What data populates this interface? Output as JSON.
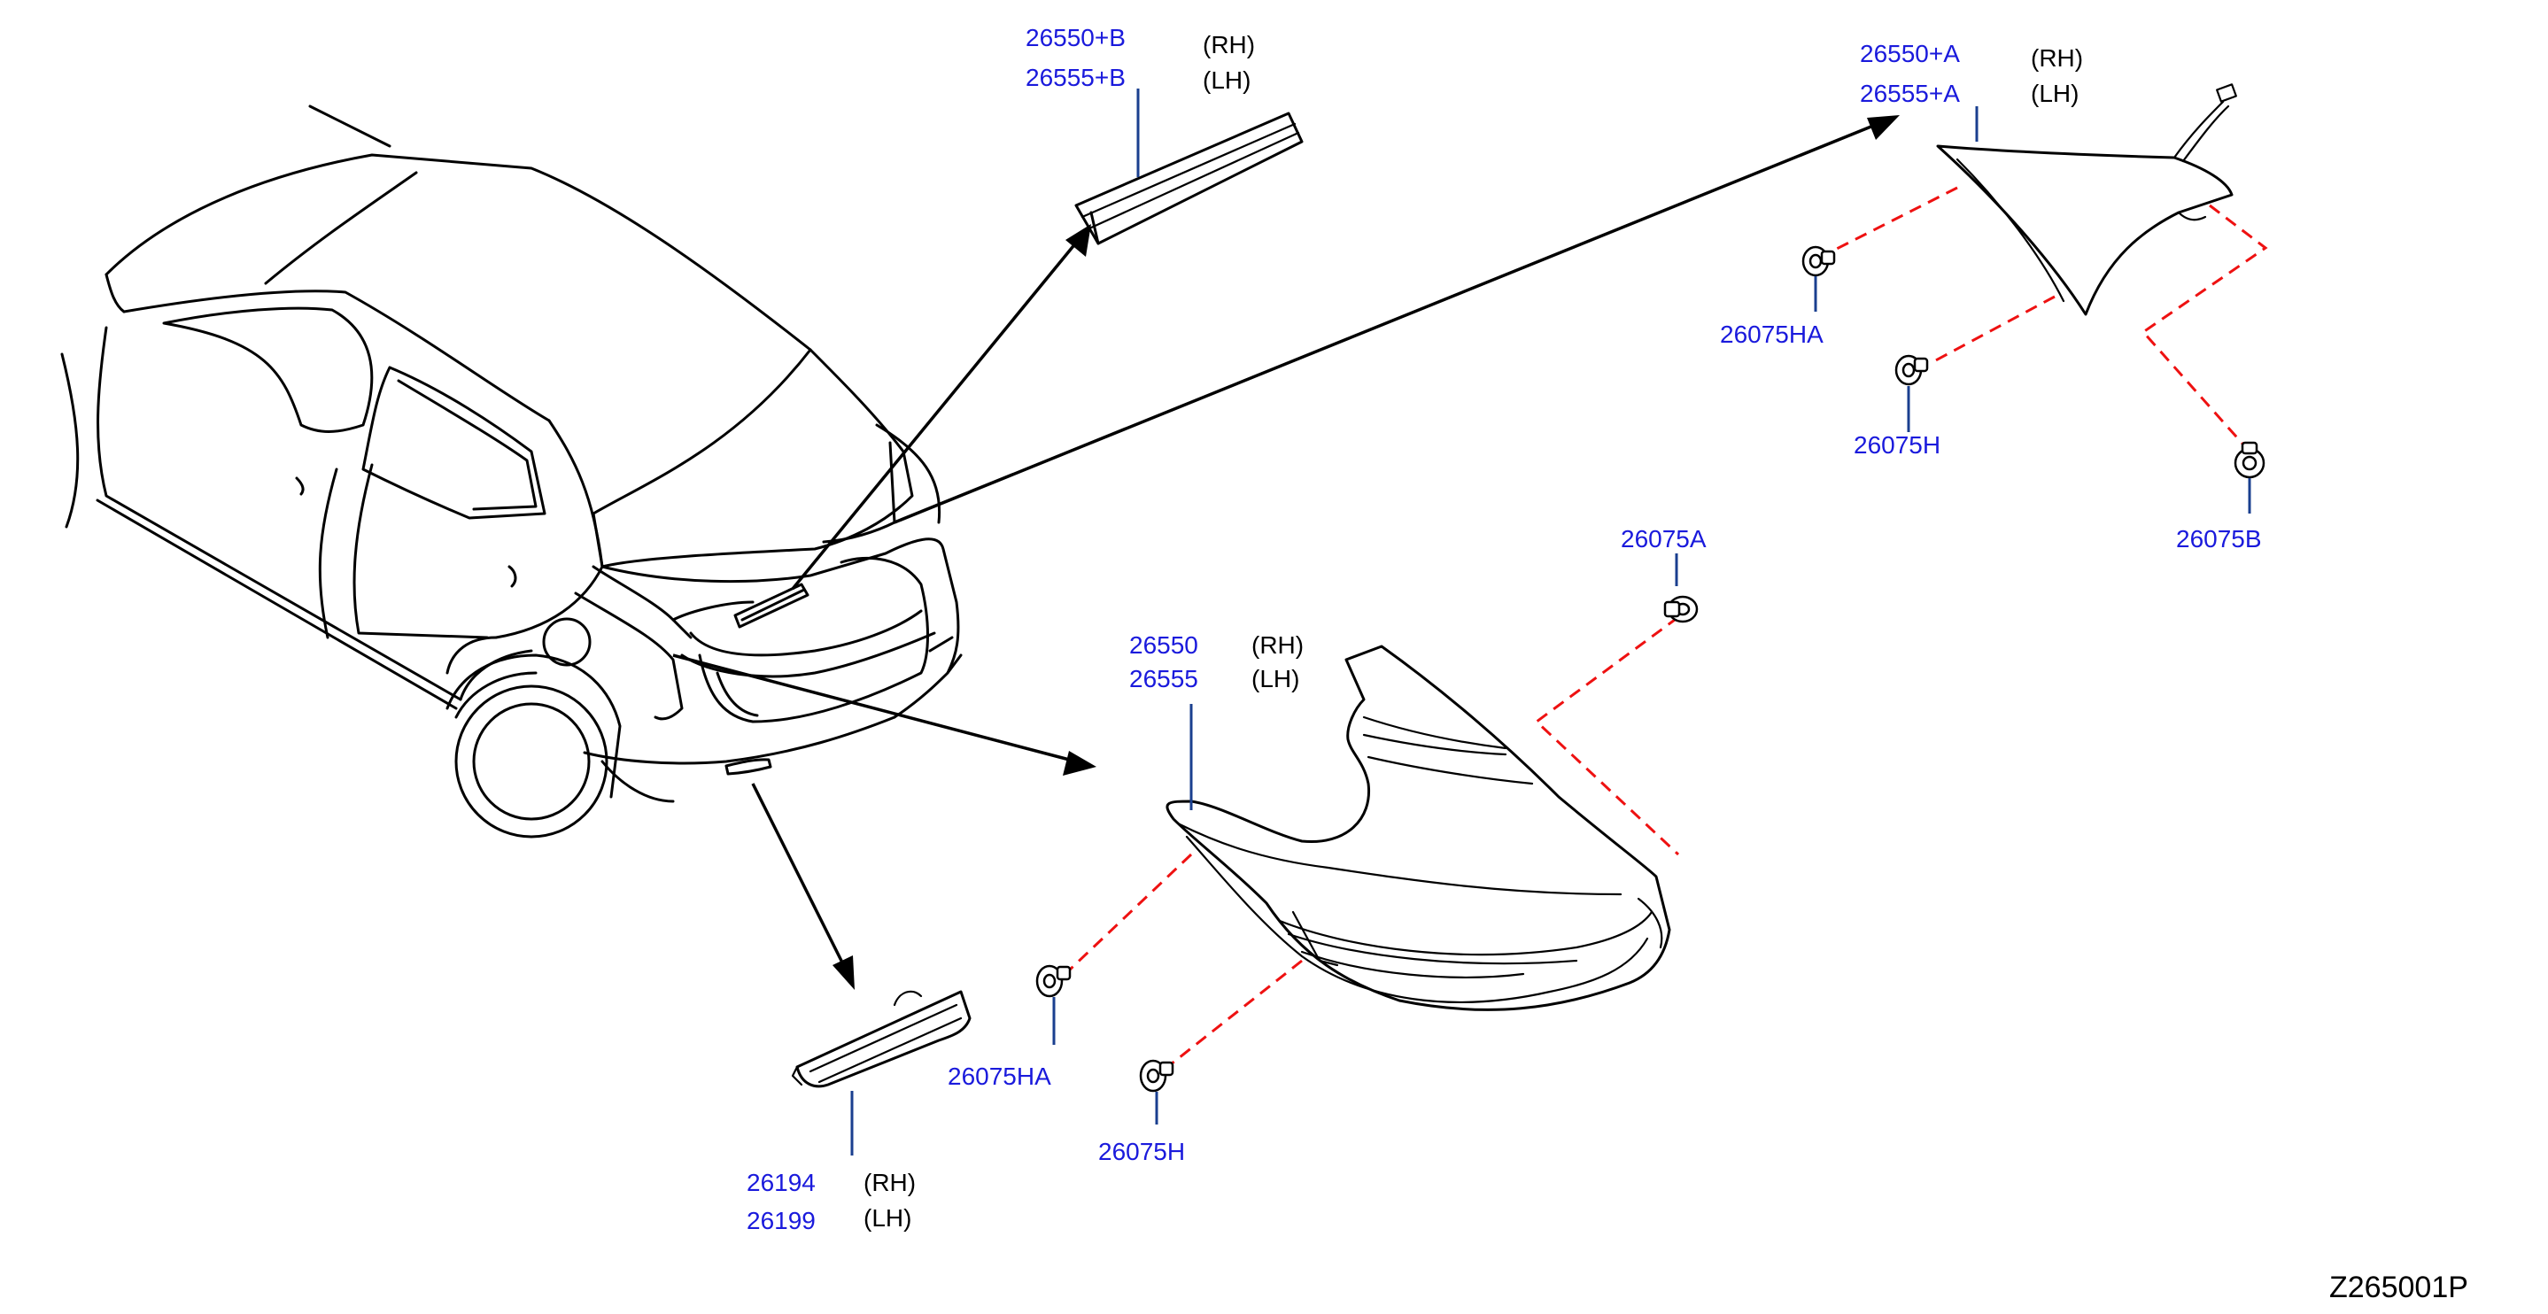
{
  "colors": {
    "part_number": "#1a1adc",
    "leader": "#1a3f8f",
    "dashed_connector": "#ee1111",
    "outline": "#000000"
  },
  "diagram_code": "Z265001P",
  "parts": {
    "garnish_b": {
      "numbers": [
        "26550+B",
        "26555+B"
      ],
      "sides": [
        "(RH)",
        "(LH)"
      ]
    },
    "lamp_a": {
      "numbers": [
        "26550+A",
        "26555+A"
      ],
      "sides": [
        "(RH)",
        "(LH)"
      ]
    },
    "combination_lamp": {
      "numbers": [
        "26550",
        "26555"
      ],
      "sides": [
        "(RH)",
        "(LH)"
      ]
    },
    "reflex_reflector": {
      "numbers": [
        "26194",
        "26199"
      ],
      "sides": [
        "(RH)",
        "(LH)"
      ]
    }
  },
  "clips": {
    "upper_ha": "26075HA",
    "upper_h": "26075H",
    "upper_b": "26075B",
    "main_a": "26075A",
    "main_ha": "26075HA",
    "main_h": "26075H"
  }
}
